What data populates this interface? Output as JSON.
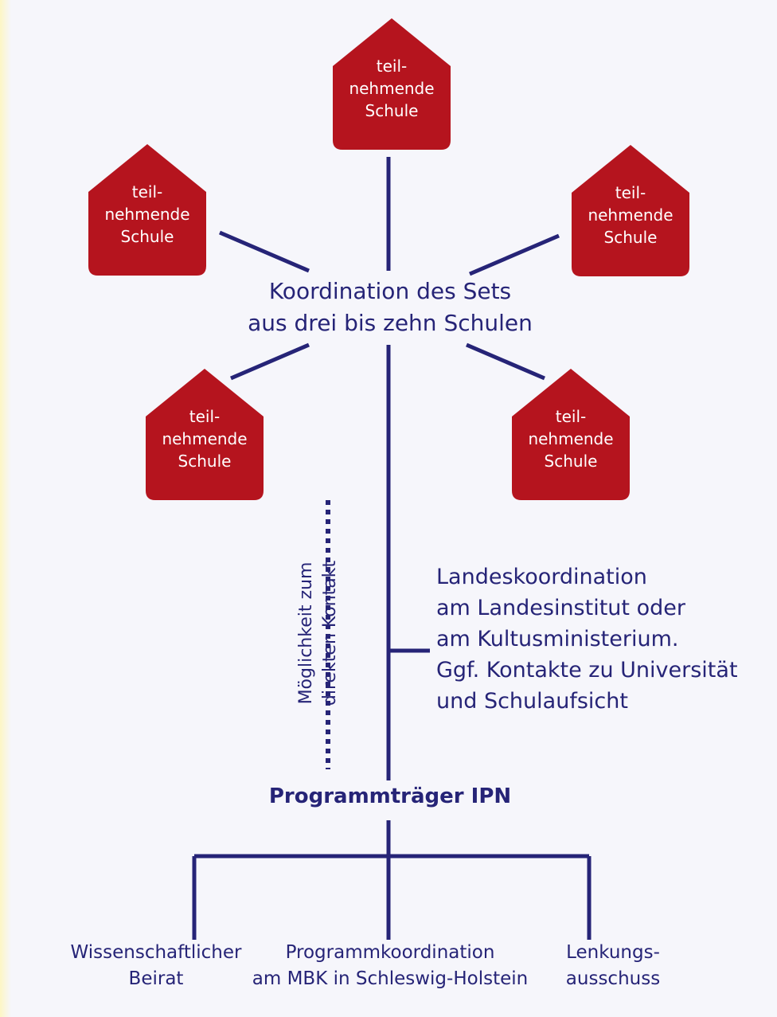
{
  "houses": [
    {
      "label_line1": "teil-",
      "label_line2": "nehmende",
      "label_line3": "Schule"
    },
    {
      "label_line1": "teil-",
      "label_line2": "nehmende",
      "label_line3": "Schule"
    },
    {
      "label_line1": "teil-",
      "label_line2": "nehmende",
      "label_line3": "Schule"
    },
    {
      "label_line1": "teil-",
      "label_line2": "nehmende",
      "label_line3": "Schule"
    },
    {
      "label_line1": "teil-",
      "label_line2": "nehmende",
      "label_line3": "Schule"
    }
  ],
  "center": {
    "line1": "Koordination des Sets",
    "line2": "aus drei bis zehn Schulen"
  },
  "direct_contact": {
    "line1": "Möglichkeit zum",
    "line2": "direkten Kontakt"
  },
  "land": {
    "line1": "Landeskoordination",
    "line2": "am Landesinstitut oder",
    "line3": "am Kultusministerium.",
    "line4": "Ggf. Kontakte zu Universität",
    "line5": "und Schulaufsicht"
  },
  "ipn": {
    "label": "Programmträger IPN"
  },
  "bottom": {
    "left_line1": "Wissenschaftlicher",
    "left_line2": "Beirat",
    "mid_line1": "Programmkoordination",
    "mid_line2": "am MBK in Schleswig-Holstein",
    "right_line1": "Lenkungs-",
    "right_line2": "ausschuss"
  },
  "colors": {
    "house_fill": "#b5141e",
    "line": "#262477",
    "background": "#f6f6fb"
  }
}
